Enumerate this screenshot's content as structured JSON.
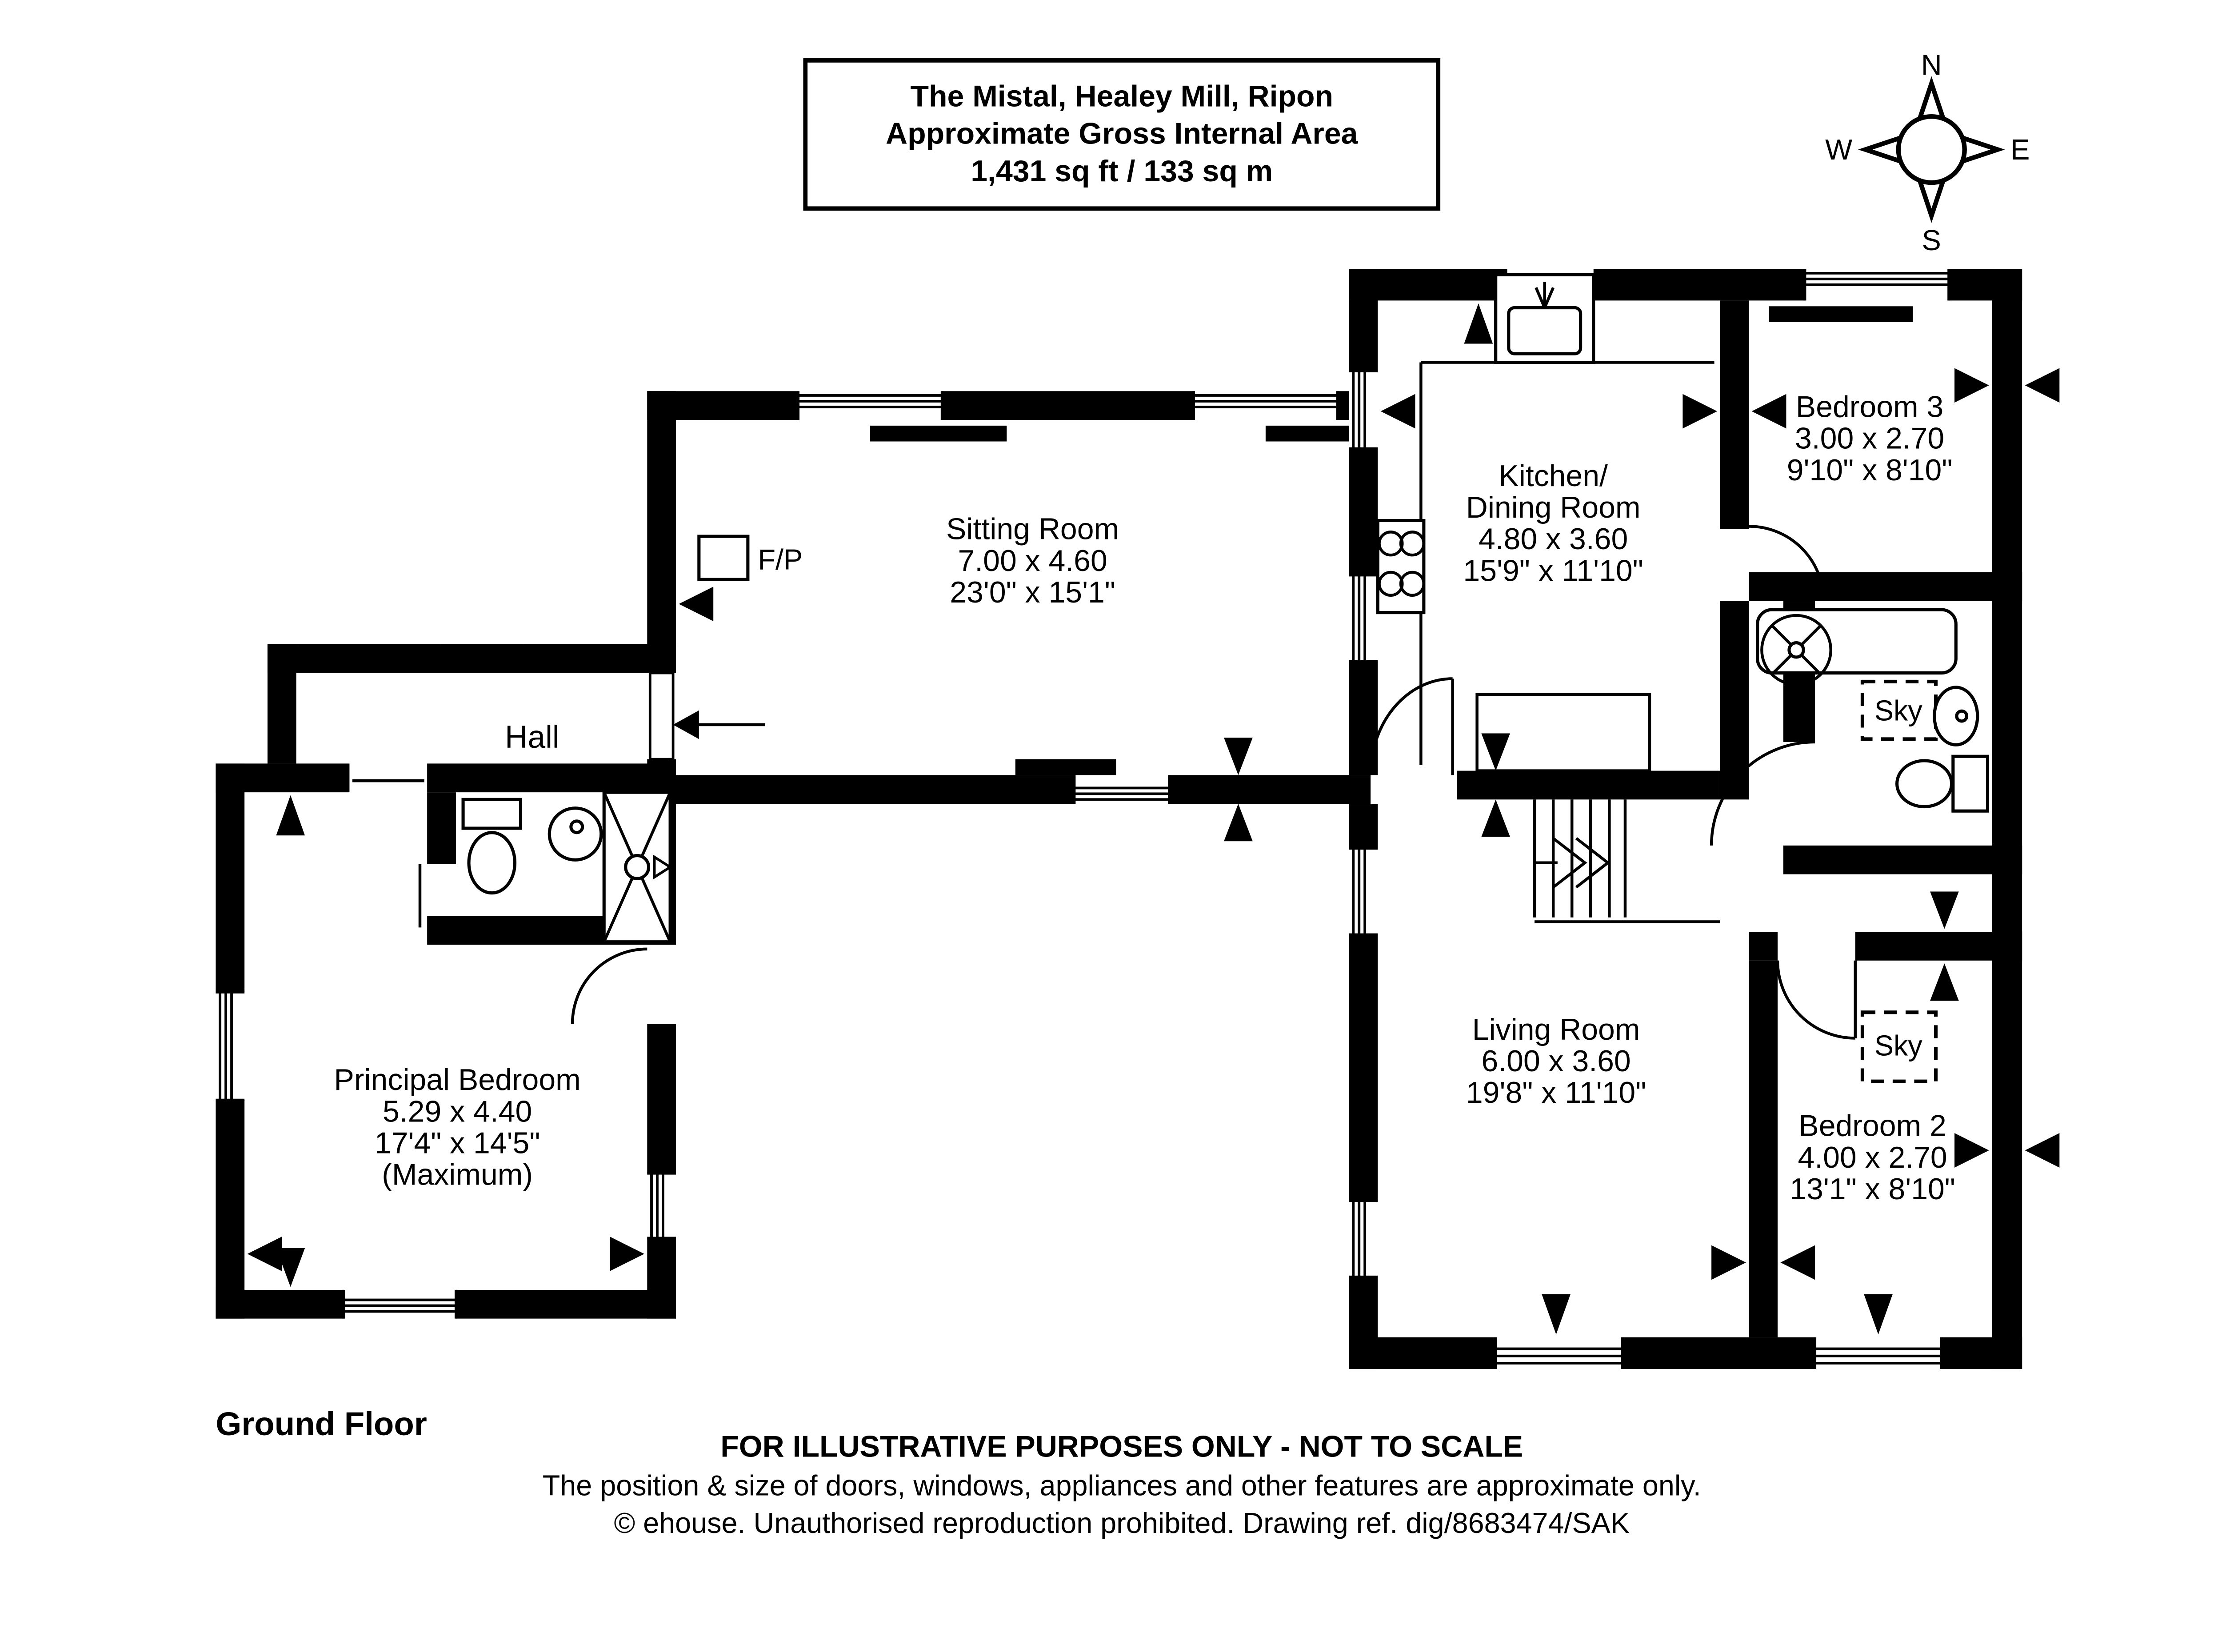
{
  "title_box": {
    "line1": "The Mistal, Healey Mill, Ripon",
    "line2": "Approximate Gross Internal Area",
    "line3": "1,431 sq ft / 133 sq m"
  },
  "compass": {
    "n": "N",
    "e": "E",
    "s": "S",
    "w": "W"
  },
  "floor": {
    "label": "Ground Floor"
  },
  "rooms": {
    "sitting": {
      "name": "Sitting Room",
      "metric": "7.00 x 4.60",
      "imperial": "23'0\" x 15'1\""
    },
    "kitchen": {
      "name_line1": "Kitchen/",
      "name_line2": "Dining Room",
      "metric": "4.80 x 3.60",
      "imperial": "15'9\" x 11'10\""
    },
    "living": {
      "name": "Living Room",
      "metric": "6.00 x 3.60",
      "imperial": "19'8\" x 11'10\""
    },
    "principal": {
      "name": "Principal Bedroom",
      "metric": "5.29 x 4.40",
      "imperial": "17'4\" x 14'5\"",
      "note": "(Maximum)"
    },
    "bedroom2": {
      "name": "Bedroom 2",
      "metric": "4.00 x 2.70",
      "imperial": "13'1\" x 8'10\""
    },
    "bedroom3": {
      "name": "Bedroom 3",
      "metric": "3.00 x 2.70",
      "imperial": "9'10\" x 8'10\""
    },
    "hall": {
      "name": "Hall"
    }
  },
  "annotations": {
    "fireplace": "F/P",
    "skylight_bathroom": "Sky",
    "skylight_bedroom2": "Sky"
  },
  "footer": {
    "line1": "FOR ILLUSTRATIVE PURPOSES ONLY - NOT TO SCALE",
    "line2": "The position & size of doors, windows, appliances and other features are approximate only.",
    "line3": "© ehouse. Unauthorised reproduction prohibited. Drawing ref. dig/8683474/SAK"
  },
  "colors": {
    "ink": "#000000",
    "paper": "#ffffff"
  }
}
